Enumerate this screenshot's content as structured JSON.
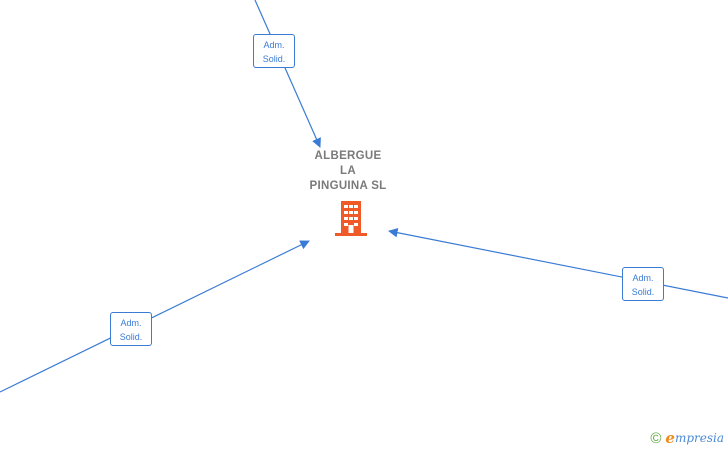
{
  "company": {
    "name_lines": [
      "ALBERGUE",
      "LA",
      "PINGUINA  SL"
    ],
    "icon": "building-icon",
    "icon_color": "#f05a28"
  },
  "edges": [
    {
      "id": "top",
      "label_line1": "Adm.",
      "label_line2": "Solid."
    },
    {
      "id": "left",
      "label_line1": "Adm.",
      "label_line2": "Solid."
    },
    {
      "id": "right",
      "label_line1": "Adm.",
      "label_line2": "Solid."
    }
  ],
  "colors": {
    "edge": "#3a7bd5",
    "company_text": "#7a7a7a"
  },
  "watermark": {
    "symbol": "©",
    "brand_first": "e",
    "brand_rest": "mpresia"
  }
}
